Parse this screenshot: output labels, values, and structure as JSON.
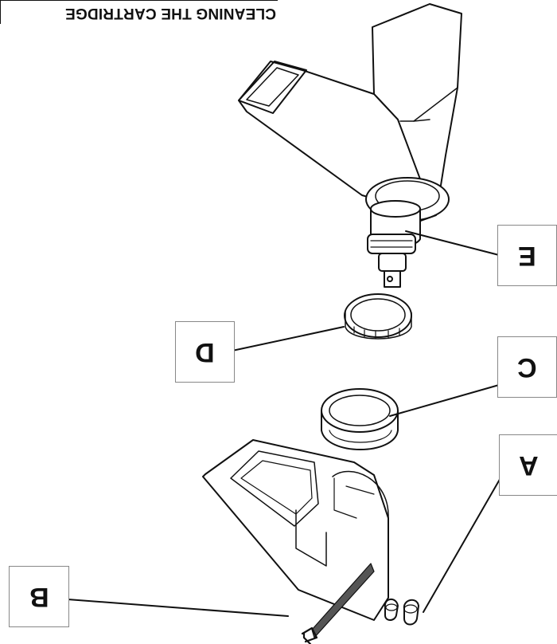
{
  "title": "CLEANING THE CARTRIDGE",
  "labels": {
    "a": "A",
    "b": "B",
    "c": "C",
    "d": "D",
    "e": "E"
  }
}
